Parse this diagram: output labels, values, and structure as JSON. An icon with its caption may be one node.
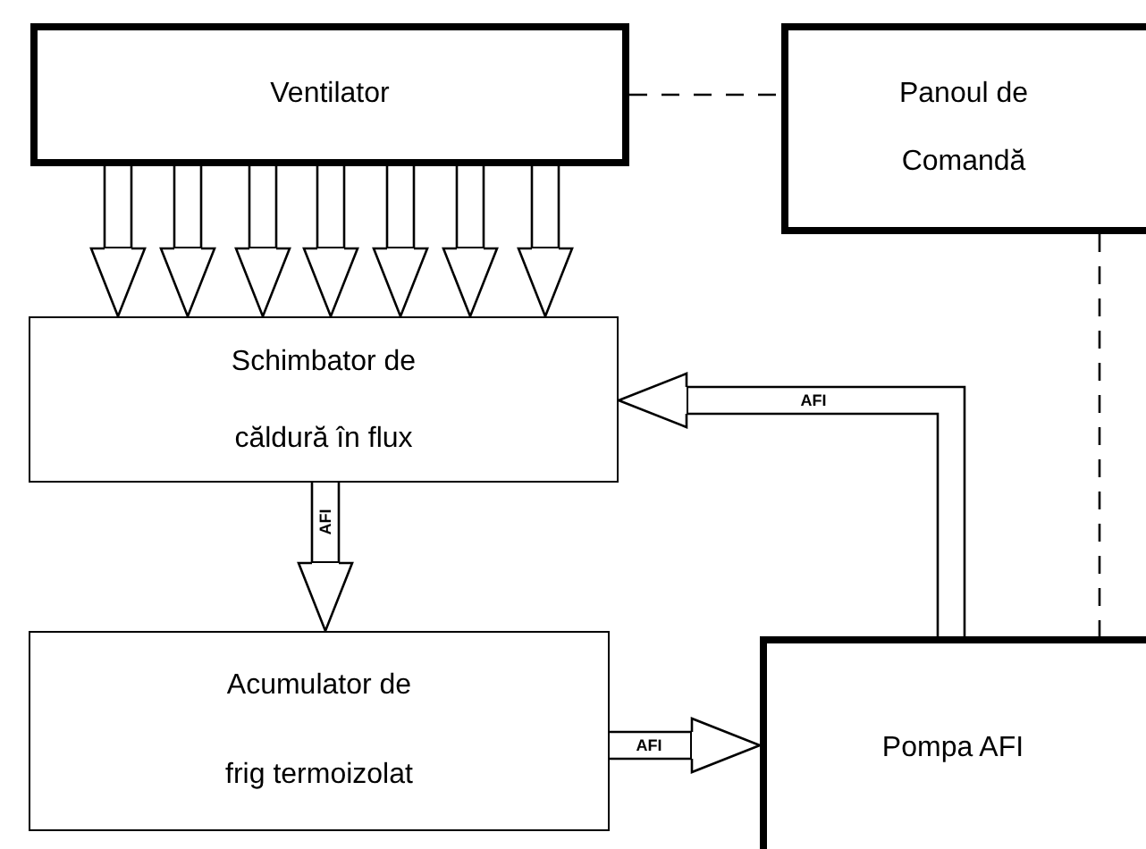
{
  "diagram": {
    "nodes": [
      {
        "text": [
          "Ventilator"
        ]
      },
      {
        "text": [
          "Panoul de Comandă"
        ]
      },
      {
        "text": [
          "Schimbator de căldură în flux"
        ]
      },
      {
        "text": [
          "Acumulator de frig termoizolat"
        ]
      },
      {
        "text": [
          "Pompa AFI"
        ]
      }
    ],
    "edges": [
      {
        "from": 0,
        "to": 1,
        "arrow": "none",
        "style": "dashed"
      },
      {
        "from": 0,
        "to": 2,
        "arrow": "to"
      },
      {
        "from": 0,
        "to": 2,
        "arrow": "to"
      },
      {
        "from": 0,
        "to": 2,
        "arrow": "to"
      },
      {
        "from": 0,
        "to": 2,
        "arrow": "to"
      },
      {
        "from": 0,
        "to": 2,
        "arrow": "to"
      },
      {
        "from": 0,
        "to": 2,
        "arrow": "to"
      },
      {
        "from": 0,
        "to": 2,
        "arrow": "to"
      },
      {
        "from": 2,
        "to": 3,
        "arrow": "to",
        "label": "AFI"
      },
      {
        "from": 3,
        "to": 4,
        "arrow": "to",
        "label": "AFI"
      },
      {
        "from": 4,
        "to": 2,
        "arrow": "to",
        "label": "AFI"
      },
      {
        "from": 1,
        "to": 4,
        "arrow": "none",
        "style": "dashed"
      }
    ]
  }
}
